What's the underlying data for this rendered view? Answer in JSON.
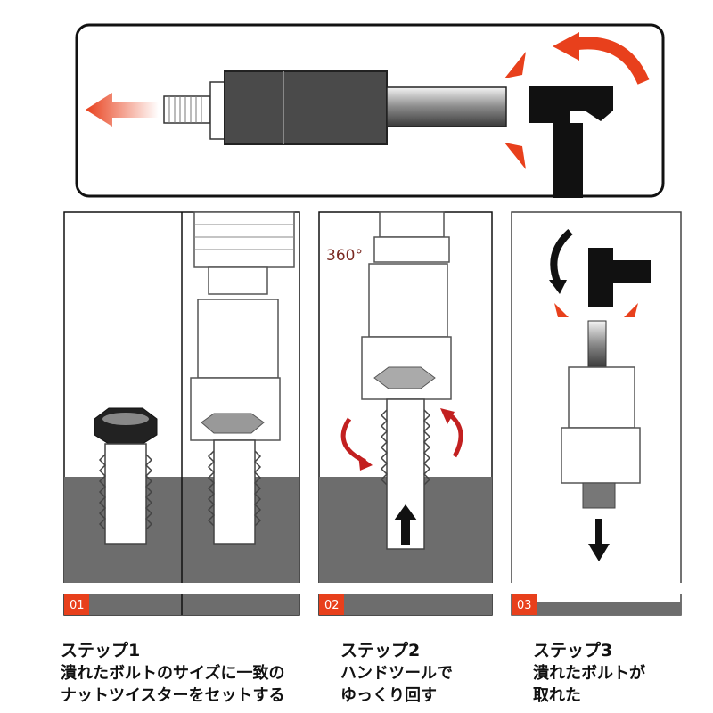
{
  "rotation_label": "360°",
  "steps": [
    {
      "number": "01",
      "title": "ステップ1",
      "lines": [
        "潰れたボルトのサイズに一致の",
        "ナットツイスターをセットする"
      ]
    },
    {
      "number": "02",
      "title": "ステップ2",
      "lines": [
        "ハンドツールで",
        "ゆっくり回す"
      ]
    },
    {
      "number": "03",
      "title": "ステップ3",
      "lines": [
        "潰れたボルトが",
        "取れた"
      ]
    }
  ],
  "colors": {
    "accent": "#e8401c",
    "ground": "#6d6d6d",
    "tool_dark": "#3a3a3a",
    "outline": "#222222"
  },
  "icons": [
    "hammer-icon",
    "pull-out-arrow-icon",
    "rotate-arrow-icon",
    "up-arrow-icon",
    "down-arrow-icon",
    "impact-mark-icon"
  ]
}
